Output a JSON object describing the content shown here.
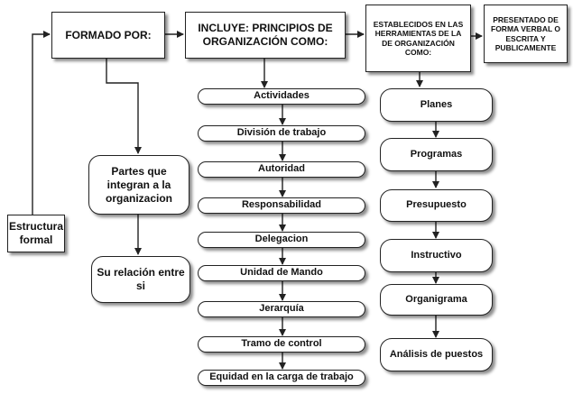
{
  "colors": {
    "line": "#222222",
    "fill": "#ffffff",
    "shadow": "#6f6f6f"
  },
  "nodes": {
    "estructura": "Estructura formal",
    "formado_por": "FORMADO POR:",
    "partes": "Partes que integran a la organizacion",
    "relacion": "Su relación entre si",
    "incluye": "INCLUYE: PRINCIPIOS DE ORGANIZACIÓN COMO:",
    "establecidos": "ESTABLECIDOS EN LAS HERRAMIENTAS DE LA DE ORGANIZACIÓN COMO:",
    "presentado": "PRESENTADO DE FORMA VERBAL O ESCRITA Y PUBLICAMENTE"
  },
  "principios": [
    "Actividades",
    "División de trabajo",
    "Autoridad",
    "Responsabilidad",
    "Delegacion",
    "Unidad de Mando",
    "Jerarquía",
    "Tramo de control",
    "Equidad en la carga de trabajo"
  ],
  "herramientas": [
    "Planes",
    "Programas",
    "Presupuesto",
    "Instructivo",
    "Organigrama",
    "Análisis de puestos"
  ]
}
